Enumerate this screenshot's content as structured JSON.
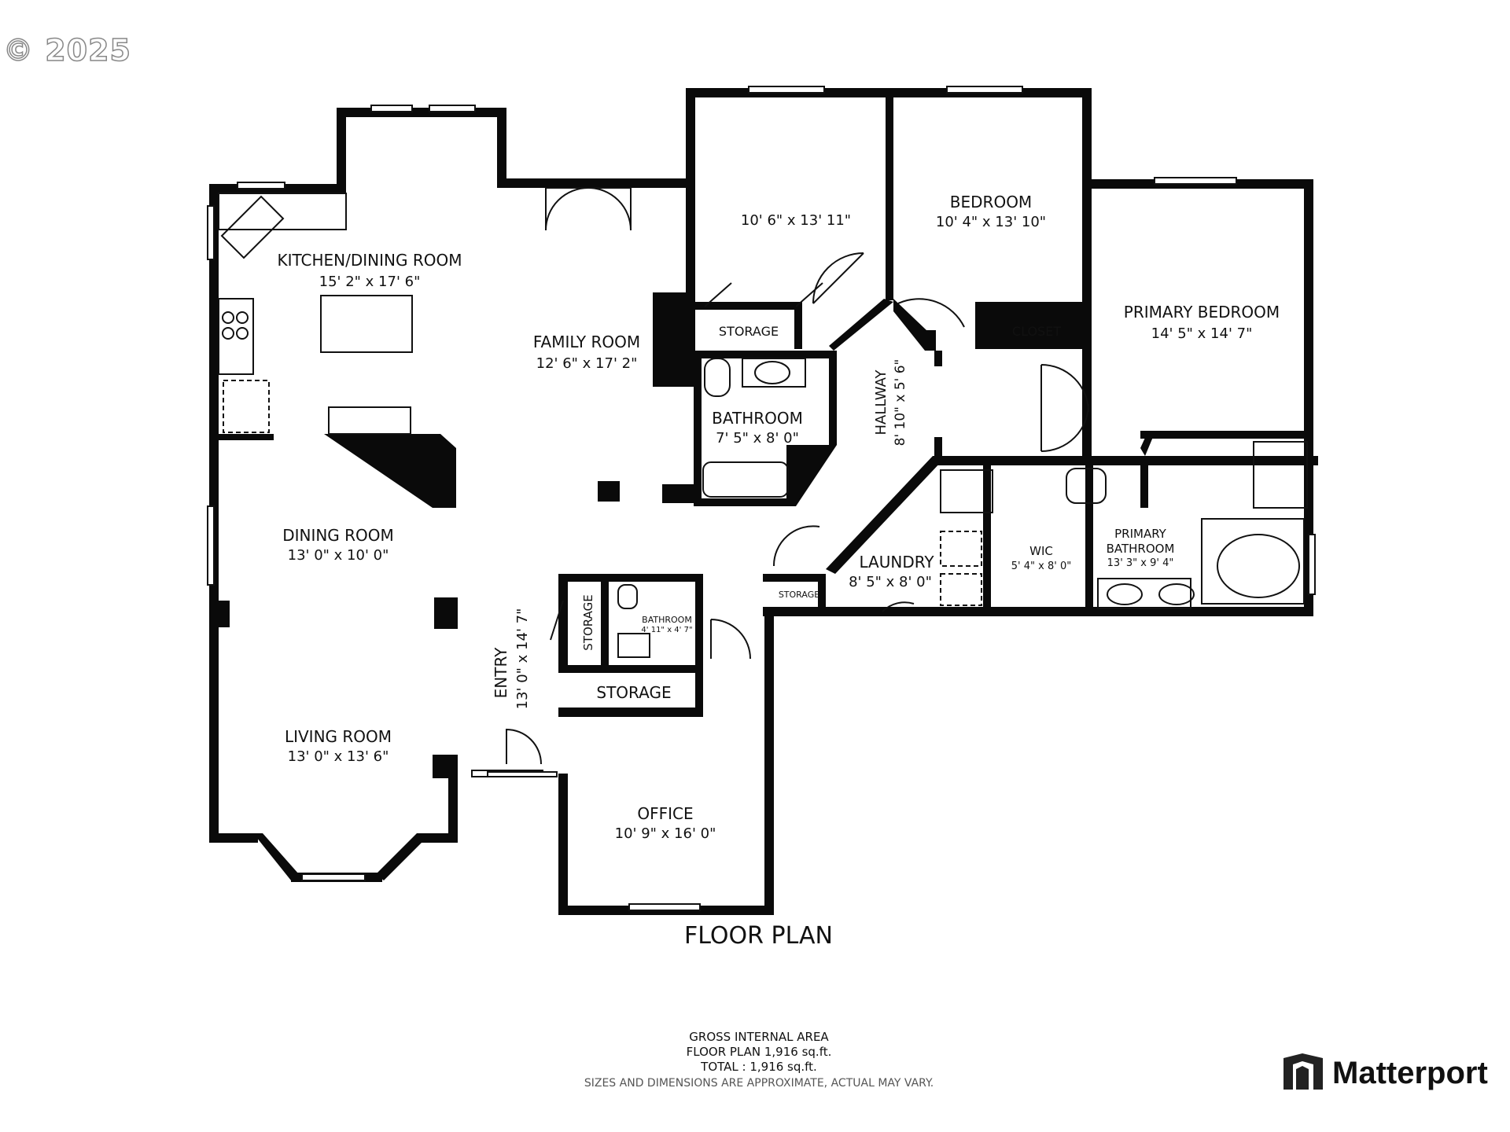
{
  "copyright": "© 2025",
  "plan_title": "FLOOR PLAN",
  "gross_area": {
    "heading": "GROSS INTERNAL AREA",
    "floor_plan": "FLOOR PLAN 1,916 sq.ft.",
    "total": "TOTAL : 1,916 sq.ft."
  },
  "disclaimer": "SIZES AND DIMENSIONS ARE APPROXIMATE, ACTUAL MAY VARY.",
  "brand": "Matterport",
  "rooms": {
    "kitchen": {
      "name": "KITCHEN/DINING ROOM",
      "dim": "15' 2\" x 17' 6\""
    },
    "family": {
      "name": "FAMILY ROOM",
      "dim": "12' 6\" x 17' 2\""
    },
    "bedroom1": {
      "dim": "10' 6\" x 13' 11\""
    },
    "bedroom2": {
      "name": "BEDROOM",
      "dim": "10' 4\" x 13' 10\""
    },
    "primary_bedroom": {
      "name": "PRIMARY BEDROOM",
      "dim": "14' 5\" x 14' 7\""
    },
    "storage1": {
      "name": "STORAGE"
    },
    "closet": {
      "name": "CLOSET"
    },
    "bathroom": {
      "name": "BATHROOM",
      "dim": "7' 5\" x 8' 0\""
    },
    "hallway": {
      "name": "HALLWAY",
      "dim": "8' 10\" x 5' 6\""
    },
    "dining": {
      "name": "DINING ROOM",
      "dim": "13' 0\" x 10' 0\""
    },
    "living": {
      "name": "LIVING ROOM",
      "dim": "13' 0\" x 13' 6\""
    },
    "entry": {
      "name": "ENTRY",
      "dim": "13' 0\" x 14' 7\""
    },
    "storage_v": {
      "name": "STORAGE"
    },
    "bathroom2": {
      "name": "BATHROOM",
      "dim": "4' 11\" x 4' 7\""
    },
    "storage_big": {
      "name": "STORAGE"
    },
    "storage_small": {
      "name": "STORAGE"
    },
    "laundry": {
      "name": "LAUNDRY",
      "dim": "8' 5\" x 8' 0\""
    },
    "wic": {
      "name": "WIC",
      "dim": "5' 4\" x 8' 0\""
    },
    "primary_bath": {
      "name1": "PRIMARY",
      "name2": "BATHROOM",
      "dim": "13' 3\" x 9' 4\""
    },
    "office": {
      "name": "OFFICE",
      "dim": "10' 9\" x 16' 0\""
    }
  }
}
